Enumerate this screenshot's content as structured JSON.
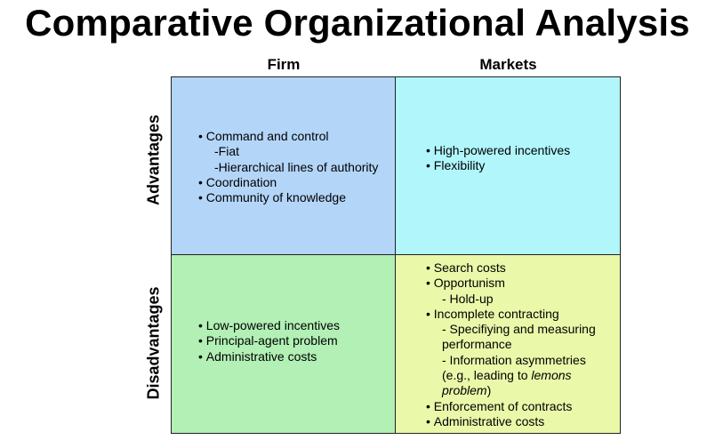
{
  "title": "Comparative Organizational Analysis",
  "columns": {
    "firm": "Firm",
    "markets": "Markets"
  },
  "rows": {
    "advantages": "Advantages",
    "disadvantages": "Disadvantages"
  },
  "colors": {
    "firm_advantages": "#b3d5f8",
    "markets_advantages": "#b0f6fb",
    "firm_disadvantages": "#b2f0b5",
    "markets_disadvantages": "#eaf8a9"
  },
  "cells": {
    "firm_advantages": [
      "Command and control",
      "-Fiat",
      "-Hierarchical lines of authority",
      "Coordination",
      "Community of knowledge"
    ],
    "markets_advantages": [
      "High-powered incentives",
      "Flexibility"
    ],
    "firm_disadvantages": [
      "Low-powered incentives",
      "Principal-agent problem",
      "Administrative costs"
    ],
    "markets_disadvantages": {
      "l1": "Search costs",
      "l2": "Opportunism",
      "l3": "- Hold-up",
      "l4": "Incomplete contracting",
      "l5": "- Specifiying and measuring",
      "l6": "performance",
      "l7": "- Information asymmetries",
      "l8_a": "(e.g., leading to ",
      "l8_b": "lemons",
      "l9": "problem",
      "l9_b": ")",
      "l10": "Enforcement of contracts",
      "l11": "Administrative costs"
    }
  }
}
